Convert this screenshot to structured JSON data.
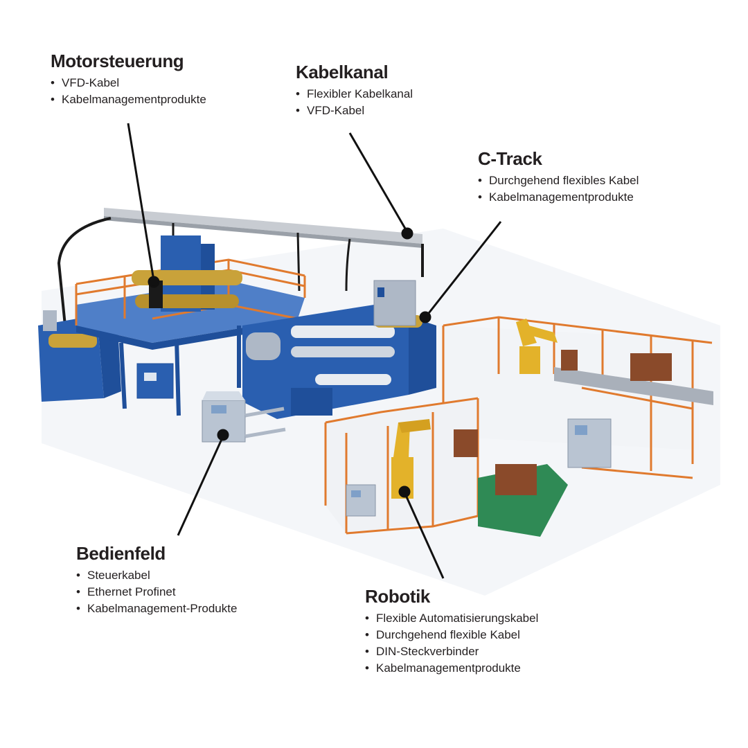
{
  "colors": {
    "frame_blue": "#1f4f9a",
    "machine_blue": "#2a5fb0",
    "fence_orange": "#e07a2e",
    "brass": "#c9a23a",
    "robot_yellow": "#e3b22a",
    "cabinet_grey": "#aeb8c6",
    "box_brown": "#8a4a2a",
    "skid_green": "#2f8a55",
    "leader_line": "#111111"
  },
  "callouts": [
    {
      "id": "motorsteuerung",
      "title": "Motorsteuerung",
      "items": [
        "VFD-Kabel",
        "Kabelmanagementprodukte"
      ]
    },
    {
      "id": "kabelkanal",
      "title": "Kabelkanal",
      "items": [
        "Flexibler Kabelkanal",
        "VFD-Kabel"
      ]
    },
    {
      "id": "c-track",
      "title": "C-Track",
      "items": [
        "Durchgehend flexibles Kabel",
        "Kabelmanagementprodukte"
      ]
    },
    {
      "id": "bedienfeld",
      "title": "Bedienfeld",
      "items": [
        "Steuerkabel",
        "Ethernet Profinet",
        "Kabelmanagement-Produkte"
      ]
    },
    {
      "id": "robotik",
      "title": "Robotik",
      "items": [
        "Flexible Automatisierungskabel",
        "Durchgehend flexible Kabel",
        "DIN-Steckverbinder",
        "Kabelmanagementprodukte"
      ]
    }
  ]
}
